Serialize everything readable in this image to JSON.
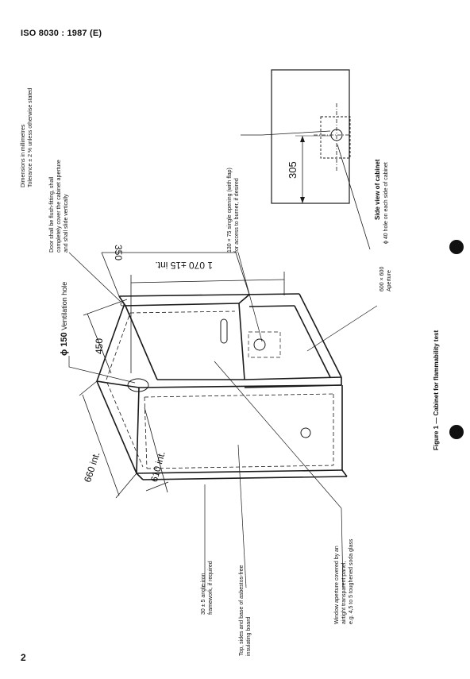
{
  "header": {
    "standard": "ISO 8030 : 1987 (E)"
  },
  "page_number": "2",
  "notes": {
    "dimensions_line1": "Dimensions in millimetres",
    "dimensions_line2": "Tolerance ± 2 % unless otherwise stated"
  },
  "figure": {
    "caption": "Figure 1 — Cabinet for flammability test",
    "side_view_title": "Side view of cabinet",
    "side_hole_note": "ϕ 40 hole on each side of cabinet",
    "dim_305": "305"
  },
  "labels": {
    "door_line1": "Door shall be flush-fitting, shall",
    "door_line2": "completely cover the cabinet aperture",
    "door_line3": "and shall slide vertically",
    "opening_line1": "130 × 75 single opening (with flap)",
    "opening_line2": "for access to burner, if desired",
    "aperture_line1": "600 × 600",
    "aperture_line2": "Aperture",
    "ventilation_diam": "ϕ 150",
    "ventilation_text": "Ventilation hole",
    "dim_450": "450",
    "dim_350": "350",
    "dim_1070": "1 070 ±15 int.",
    "dim_660": "660 int.",
    "dim_610": "610 int.",
    "angle_iron_line1": "30 ± 5 angle-iron",
    "angle_iron_line2": "framework, if required",
    "board_line1": "Top, sides and base of asbestos-free",
    "board_line2": "insulating board",
    "window_line1": "Window aperture covered by an",
    "window_line2": "airtight transparent panel,",
    "window_line3": "e.g. 4,5 to 5 toughened soda glass"
  }
}
